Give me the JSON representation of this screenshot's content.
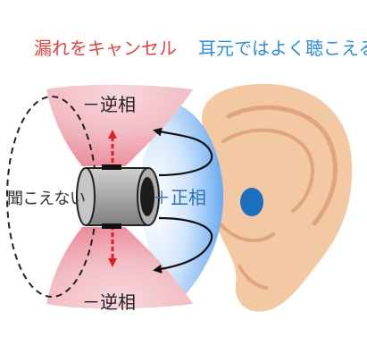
{
  "labels": {
    "cancel_leak": "漏れをキャンセル",
    "ear_hears_well": "耳元ではよく聴こえる",
    "anti_phase_top": "－逆相",
    "anti_phase_bottom": "－逆相",
    "positive_phase": "＋正相",
    "cannot_hear": "聞こえない"
  },
  "colors": {
    "cancel_red": "#e0433e",
    "sound_blue": "#2d8fd5",
    "positive_blue": "#2a73b8",
    "ear_skin": "#f2c9a2",
    "ear_line": "#dfa57f",
    "eardrum": "#1c6fbd",
    "speaker_gray": "#a9a9a9"
  },
  "icons": {
    "speaker": "speaker-icon",
    "ear": "ear-icon"
  }
}
